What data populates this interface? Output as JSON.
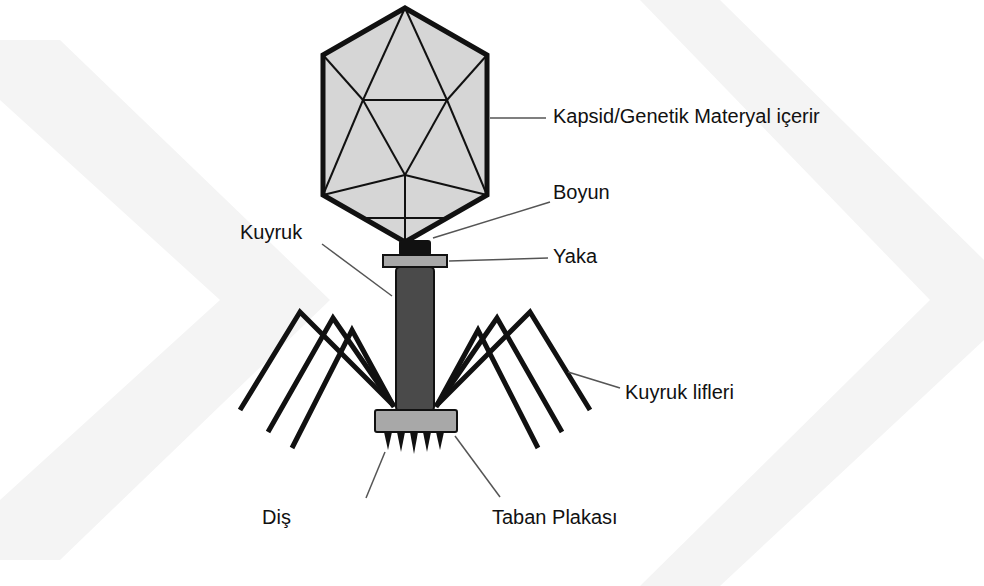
{
  "diagram": {
    "labels": [
      "Kapsid/Genetik Materyal içerir",
      "Boyun",
      "Kuyruk",
      "Yaka",
      "Kuyruk lifleri",
      "Diş",
      "Taban Plakası"
    ]
  }
}
